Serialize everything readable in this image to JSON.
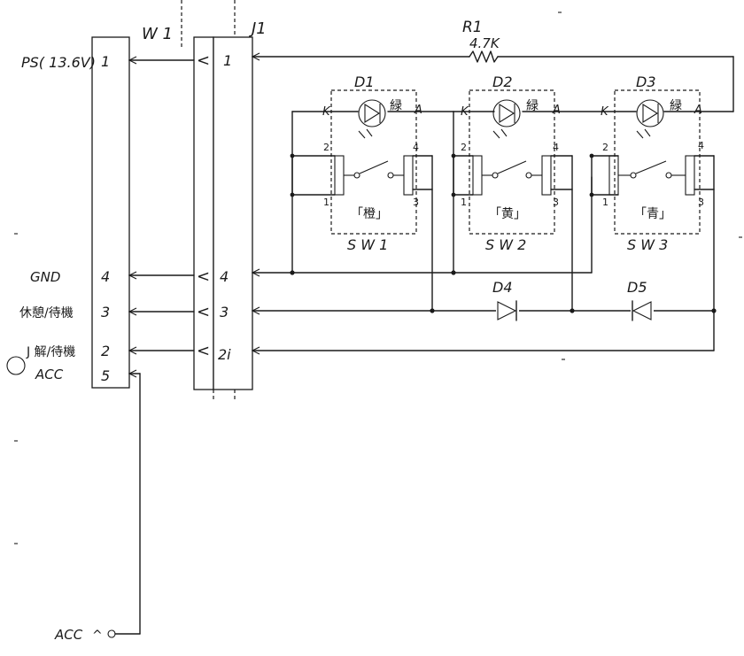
{
  "labels": {
    "w1": "W 1",
    "j1": "J1",
    "r1": "R1",
    "r1_value": "4.7K",
    "ps_pin": "PS( 13.6V)",
    "gnd_pin": "GND",
    "rest_standby": "休憩/待機",
    "release_standby": "J 解/待機",
    "acc_pin": "ACC",
    "acc_input": "ACC",
    "d1": "D1",
    "d2": "D2",
    "d3": "D3",
    "d4": "D4",
    "d5": "D5",
    "sw1": "S W 1",
    "sw2": "S W 2",
    "sw3": "S W 3",
    "sw1_color": "「橙」",
    "sw2_color": "「黄」",
    "sw3_color": "「青」",
    "led_color": "緑",
    "k": "K",
    "a": "A"
  },
  "pins": {
    "ps_left": [
      "1",
      "4",
      "3",
      "2",
      "5"
    ],
    "j1": [
      "1",
      "4",
      "3",
      "2"
    ],
    "j1_pin2_mark": "2i",
    "connector_mark": "<"
  },
  "switch_pins": {
    "top_left": "2",
    "top_right": "4",
    "bot_left": "1",
    "bot_right": "3"
  }
}
